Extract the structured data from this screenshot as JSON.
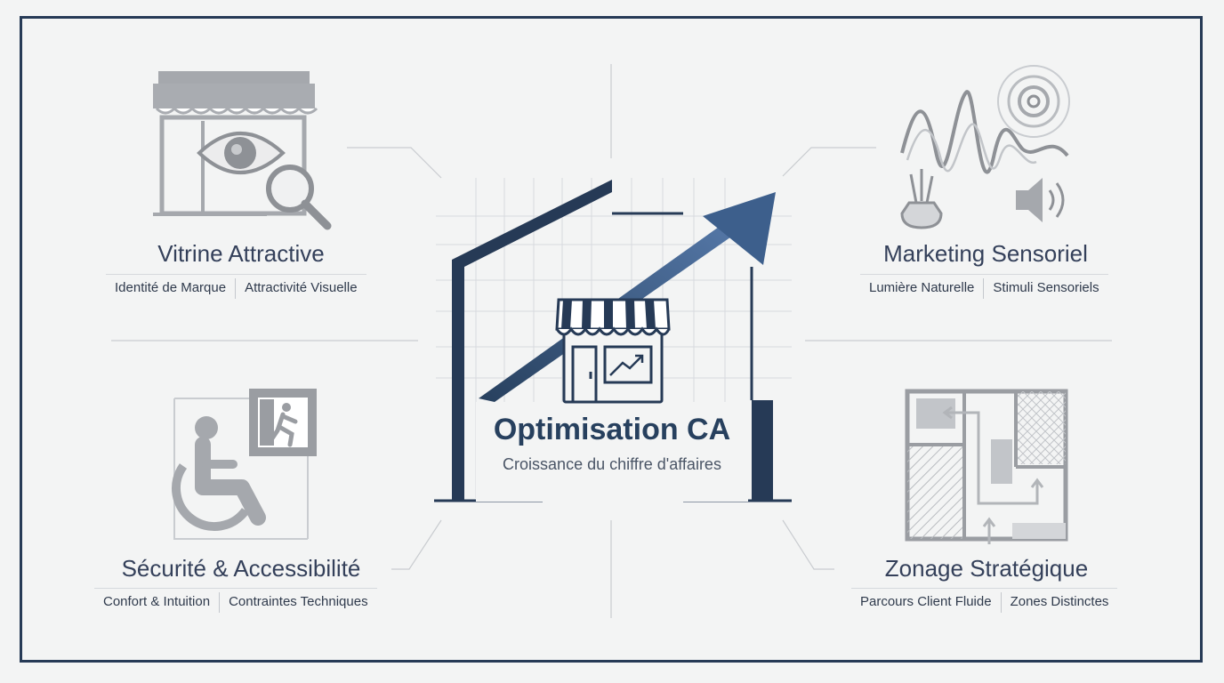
{
  "center": {
    "title": "Optimisation CA",
    "subtitle": "Croissance du chiffre d'affaires"
  },
  "nodes": {
    "vitrine": {
      "title": "Vitrine Attractive",
      "tags": [
        "Identité de Marque",
        "Attractivité Visuelle"
      ],
      "icon": "storefront-eye-magnifier-icon"
    },
    "marketing": {
      "title": "Marketing Sensoriel",
      "tags": [
        "Lumière Naturelle",
        "Stimuli Sensoriels"
      ],
      "icon": "sound-wave-diffuser-speaker-icon"
    },
    "securite": {
      "title": "Sécurité & Accessibilité",
      "tags": [
        "Confort & Intuition",
        "Contraintes Techniques"
      ],
      "icon": "wheelchair-emergency-exit-icon"
    },
    "zonage": {
      "title": "Zonage Stratégique",
      "tags": [
        "Parcours Client Fluide",
        "Zones Distinctes"
      ],
      "icon": "floor-plan-icon"
    }
  },
  "colors": {
    "navy": "#263a56",
    "arrow": "#3d5f8c",
    "icon_gray": "#9a9da2",
    "background": "#f3f4f4"
  }
}
